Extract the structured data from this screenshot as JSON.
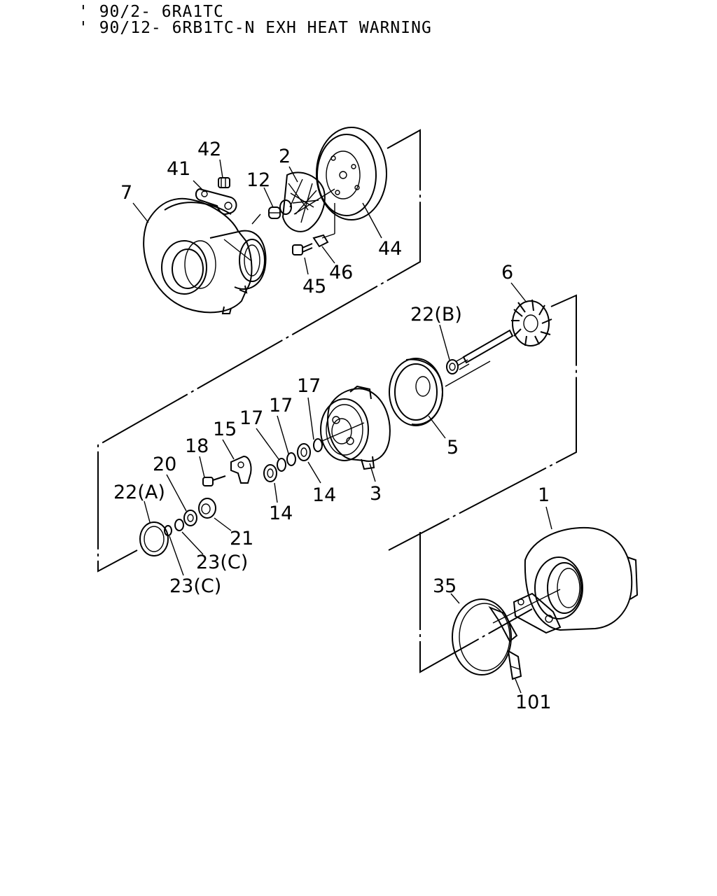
{
  "header": {
    "line1": "' 90/2- 6RA1TC",
    "line2": "' 90/12- 6RB1TC-N EXH HEAT WARNING"
  },
  "callouts": {
    "c1": "1",
    "c2": "2",
    "c3": "3",
    "c5": "5",
    "c6": "6",
    "c7": "7",
    "c12": "12",
    "c14a": "14",
    "c14b": "14",
    "c15": "15",
    "c17a": "17",
    "c17b": "17",
    "c17c": "17",
    "c18": "18",
    "c20": "20",
    "c21": "21",
    "c22a": "22(A)",
    "c22b": "22(B)",
    "c23a": "23(C)",
    "c23b": "23(C)",
    "c35": "35",
    "c41": "41",
    "c42": "42",
    "c44": "44",
    "c45": "45",
    "c46": "46",
    "c101": "101"
  }
}
